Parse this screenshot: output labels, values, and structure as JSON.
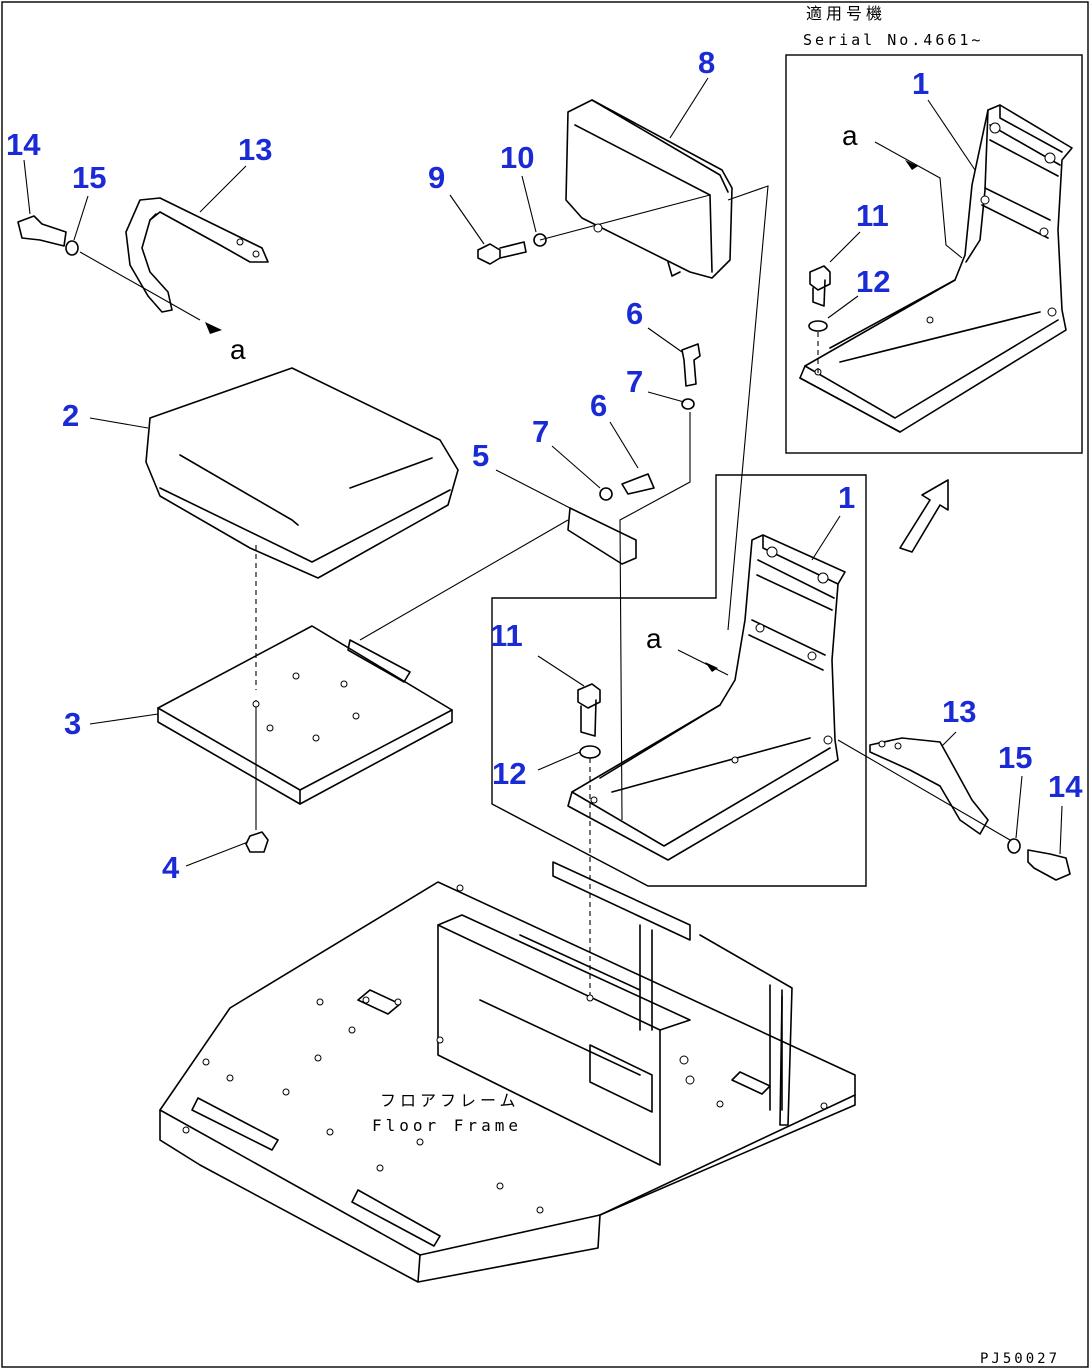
{
  "applicability": {
    "label_jp": "適用号機",
    "serial": "Serial No.4661~"
  },
  "floor_frame": {
    "label_jp": "フロアフレーム",
    "label_en": "Floor Frame"
  },
  "view_letter": "a",
  "drawing_code": "PJ50027",
  "callouts": {
    "c1_inset": "1",
    "c1_main": "1",
    "c2": "2",
    "c3": "3",
    "c4": "4",
    "c5": "5",
    "c6_top": "6",
    "c6_mid": "6",
    "c7_top": "7",
    "c7_mid": "7",
    "c8": "8",
    "c9": "9",
    "c10": "10",
    "c11_inset": "11",
    "c11_main": "11",
    "c12_inset": "12",
    "c12_main": "12",
    "c13_left": "13",
    "c13_right": "13",
    "c14_left": "14",
    "c14_right": "14",
    "c15_left": "15",
    "c15_right": "15"
  },
  "colors": {
    "callout": "#1a2bd6",
    "line": "#000000",
    "background": "#ffffff"
  }
}
